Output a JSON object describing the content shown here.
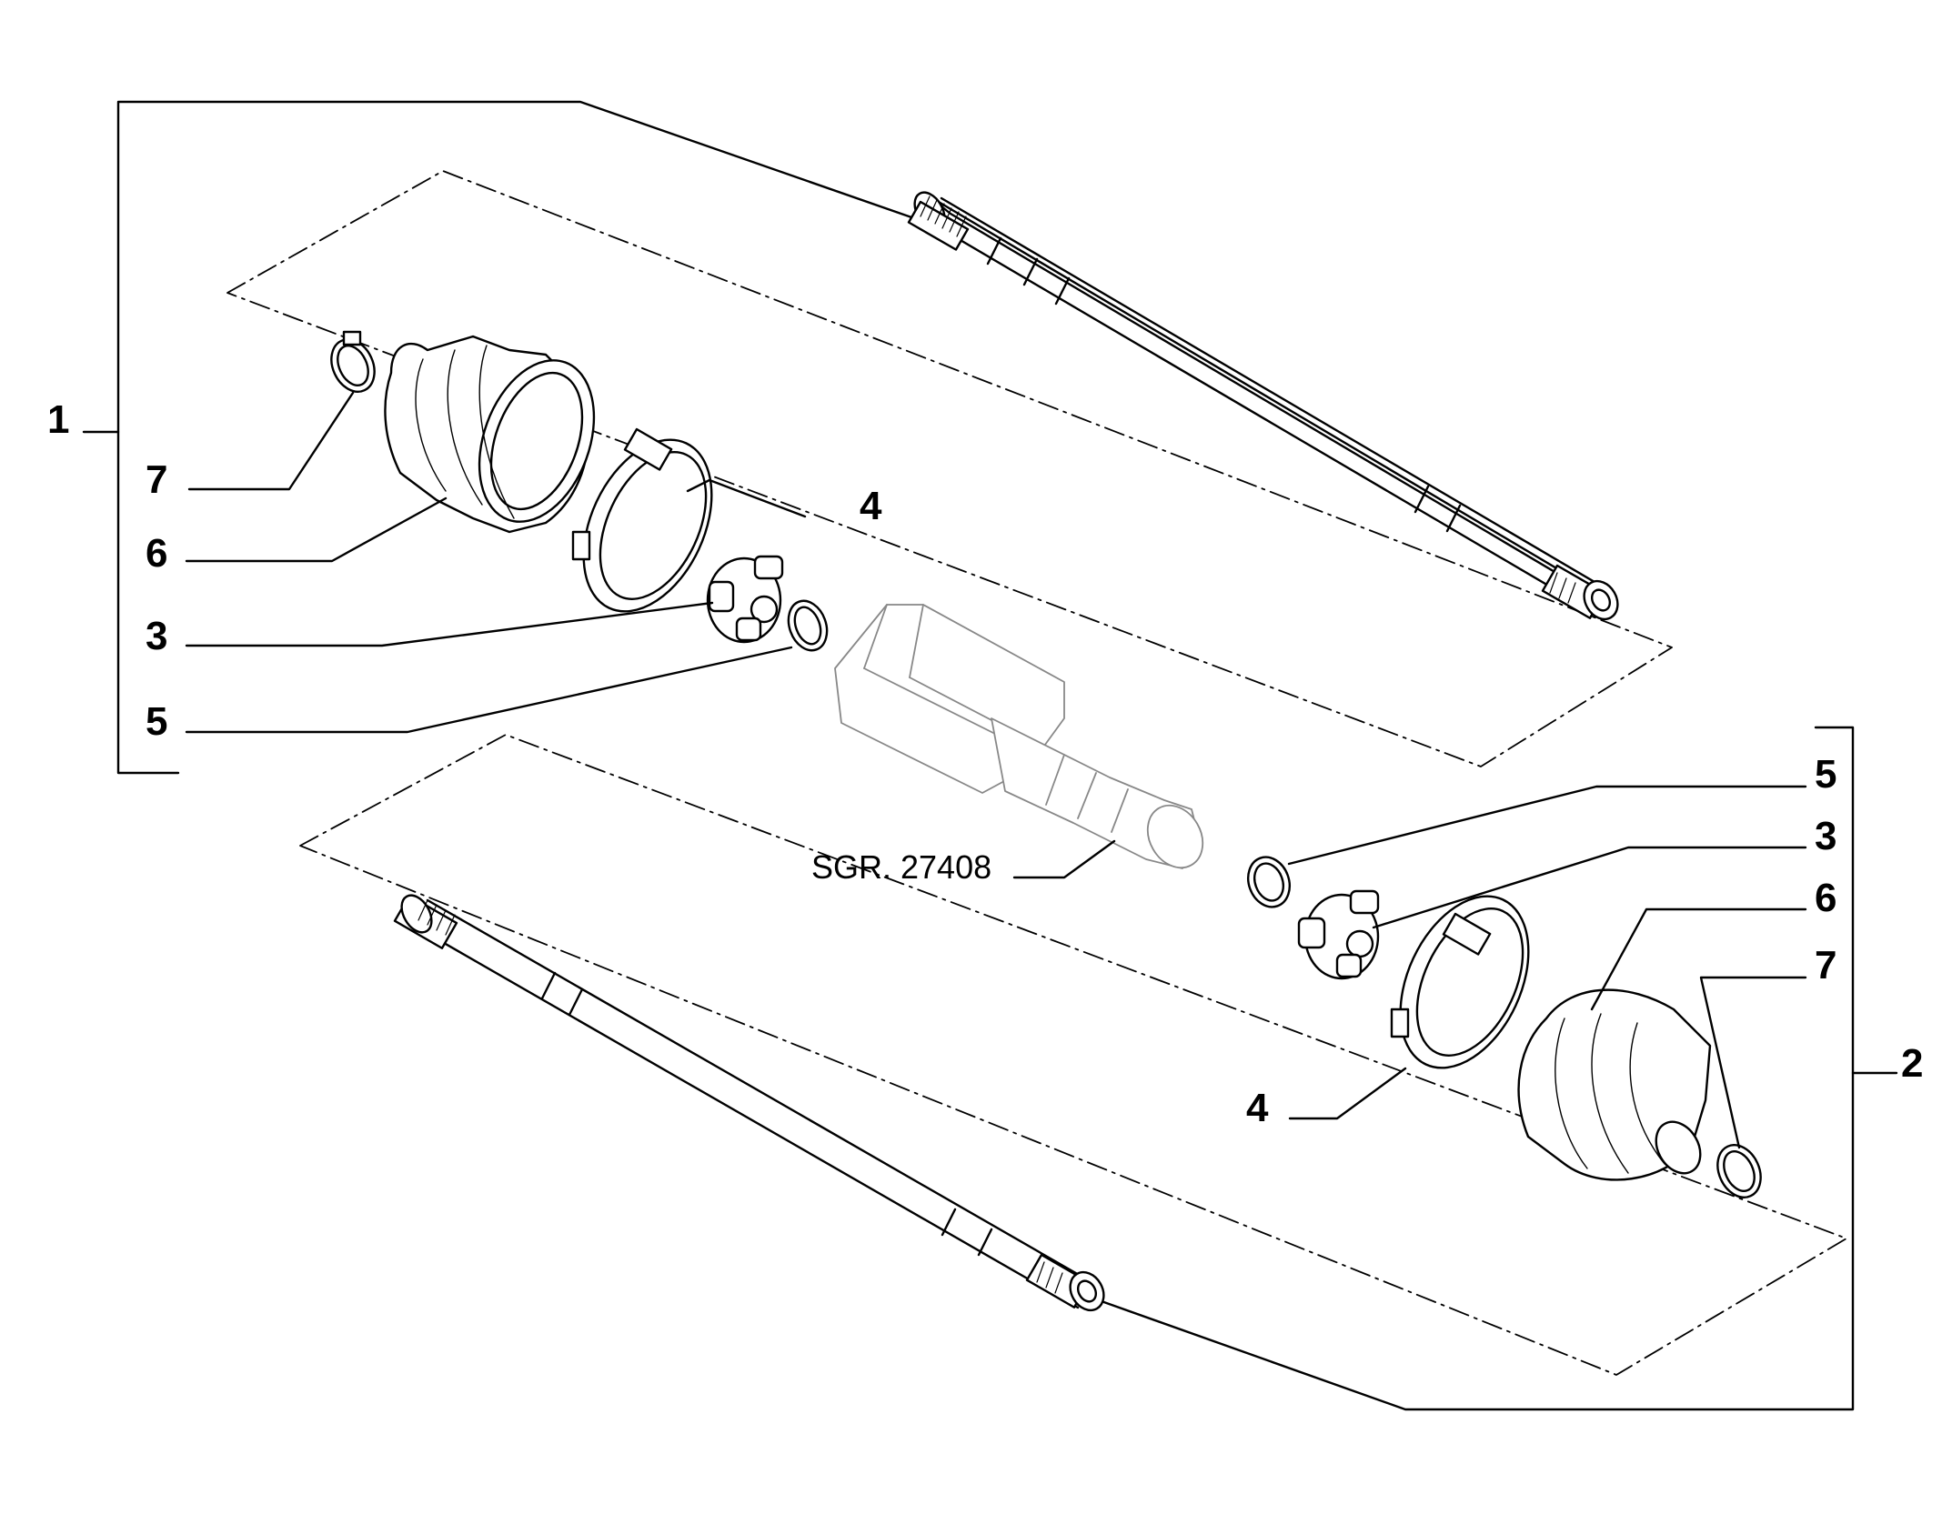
{
  "diagram": {
    "reference_code": "SGR. 27408",
    "assemblies": [
      {
        "callout": "1"
      },
      {
        "callout": "2"
      }
    ],
    "part_callouts_upper": [
      "7",
      "6",
      "4",
      "3",
      "5"
    ],
    "part_callouts_lower": [
      "5",
      "3",
      "6",
      "7",
      "4"
    ],
    "colors": {
      "ink": "#000000",
      "paper": "#ffffff"
    }
  }
}
